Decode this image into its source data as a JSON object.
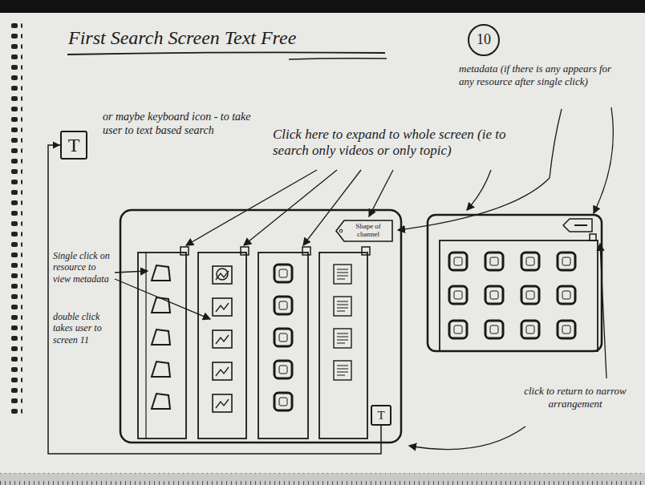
{
  "diagram": {
    "title": "First Search Screen Text Free",
    "nodes": [
      {
        "text": [
          "10"
        ]
      },
      {
        "text": [
          "T"
        ]
      },
      {
        "text": [
          "Shape of channel"
        ]
      },
      {
        "text": [
          "T"
        ]
      }
    ],
    "edges": [
      {
        "from": 3,
        "to": 1,
        "arrow": "to"
      }
    ],
    "labels": [
      "or maybe keyboard icon - to take user to text based search",
      "Click here to expand to whole screen (ie to search only videos or only topic)",
      "metadata (if there is any appears for any resource after single click)",
      "Single click on resource to view metadata",
      "double click takes user to screen 11",
      "click to return to narrow arrangement"
    ]
  }
}
